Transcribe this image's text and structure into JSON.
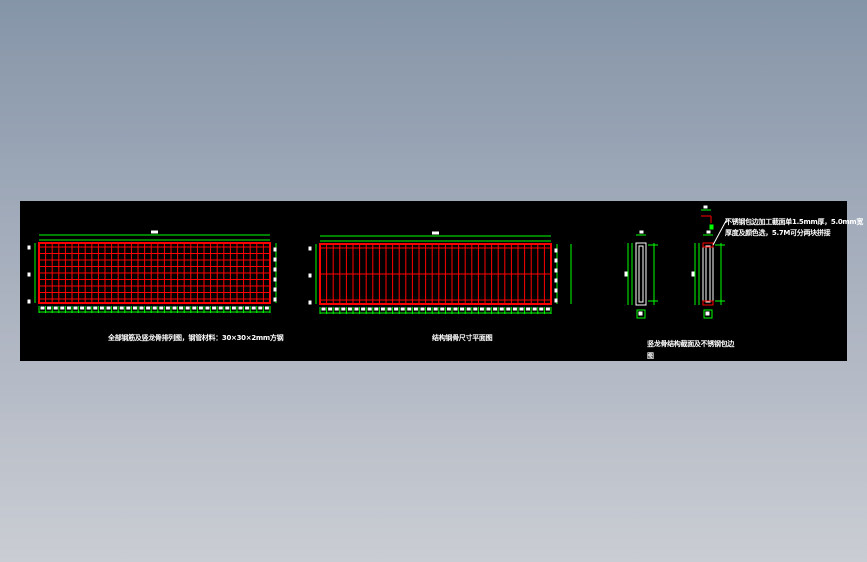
{
  "drawing": {
    "left_title": "全部钢筋及竖龙骨排列图，钢管材料：30×30×2mm方钢",
    "middle_title": "结构钢骨尺寸平面图",
    "right_title_line1": "竖龙骨结构截面及不锈钢包边",
    "right_title_line2": "图",
    "note_line1": "不锈钢包边加工截面单1.5mm厚，5.0mm宽",
    "note_line2": "厚度及颜色选，5.7M可分两块拼接"
  },
  "colors": {
    "frame": "#ff0000",
    "dimension": "#00ff00",
    "text": "#ffffff",
    "background": "#000000"
  }
}
